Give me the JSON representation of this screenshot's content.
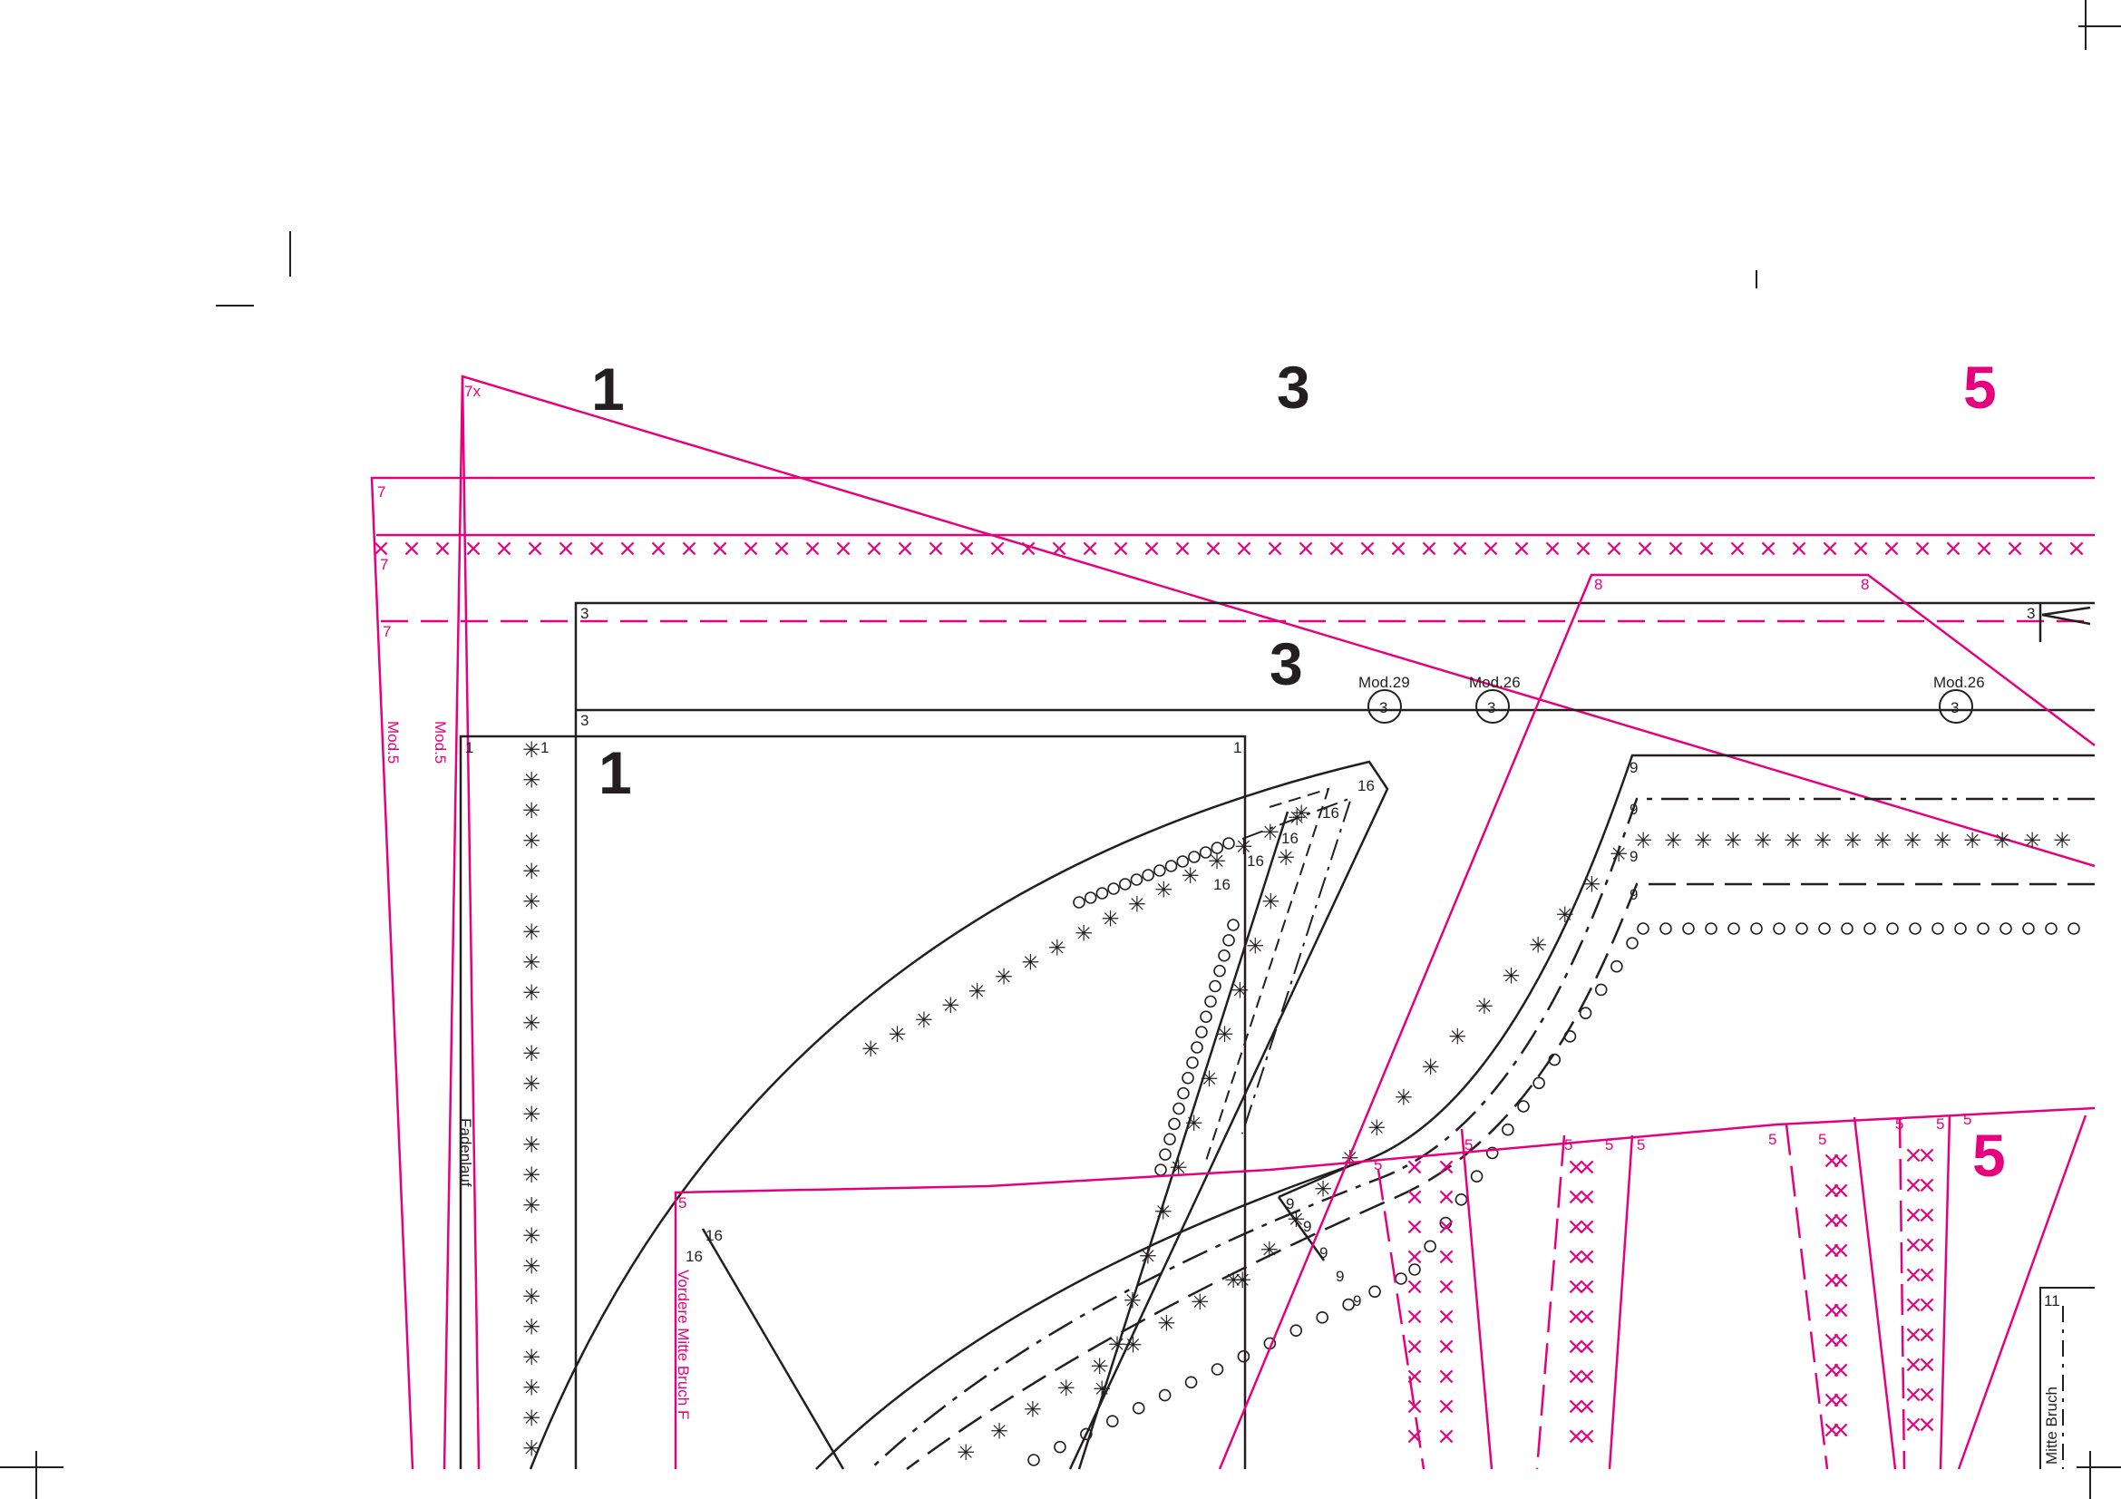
{
  "sheet": {
    "colors": {
      "black": "#231f20",
      "magenta": "#e6007e"
    },
    "section_numbers": {
      "top_left": "1",
      "top_middle": "3",
      "top_right": "5"
    },
    "piece_numbers": {
      "piece3": "3",
      "piece1": "1",
      "piece5": "5"
    },
    "labels": {
      "fadenlauf": "Fadenlauf",
      "mod5_a": "Mod.5",
      "mod5_b": "Mod.5",
      "vordere_mitte": "Vordere Mitte Bruch F",
      "mitte_bruch": "Mitte Bruch",
      "seven_x": "7x"
    },
    "mod_badges": [
      {
        "label": "Mod.29",
        "num": "3"
      },
      {
        "label": "Mod.26",
        "num": "3"
      },
      {
        "label": "Mod.26",
        "num": "3"
      }
    ],
    "size_numbers": {
      "s1": "1",
      "s3": "3",
      "s5": "5",
      "s7": "7",
      "s8": "8",
      "s9": "9",
      "s11": "11",
      "s16": "16"
    },
    "marks": {
      "x": "×",
      "star": "✳",
      "circle": "○"
    }
  }
}
